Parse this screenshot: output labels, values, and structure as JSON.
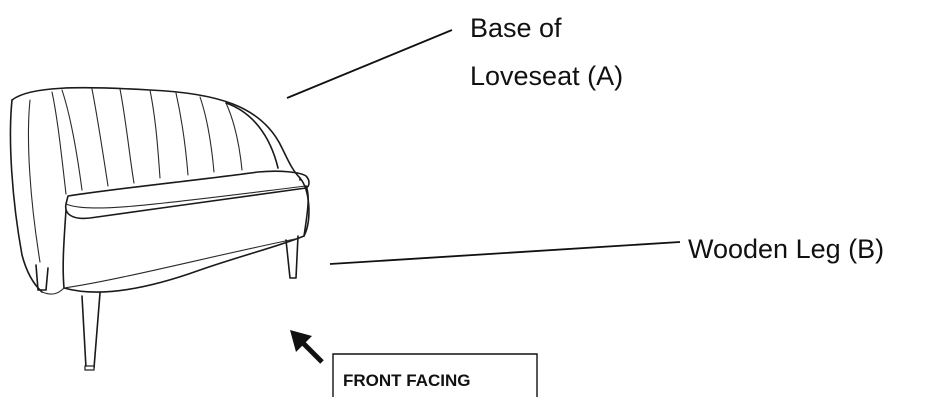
{
  "labels": {
    "base_line1": "Base of",
    "base_line2": "Loveseat (A)",
    "leg": "Wooden Leg (B)"
  },
  "orientation_badge": {
    "text": "FRONT FACING",
    "arrow_icon": "arrow-up-left-icon"
  },
  "colors": {
    "ink": "#111111",
    "background": "#ffffff"
  }
}
